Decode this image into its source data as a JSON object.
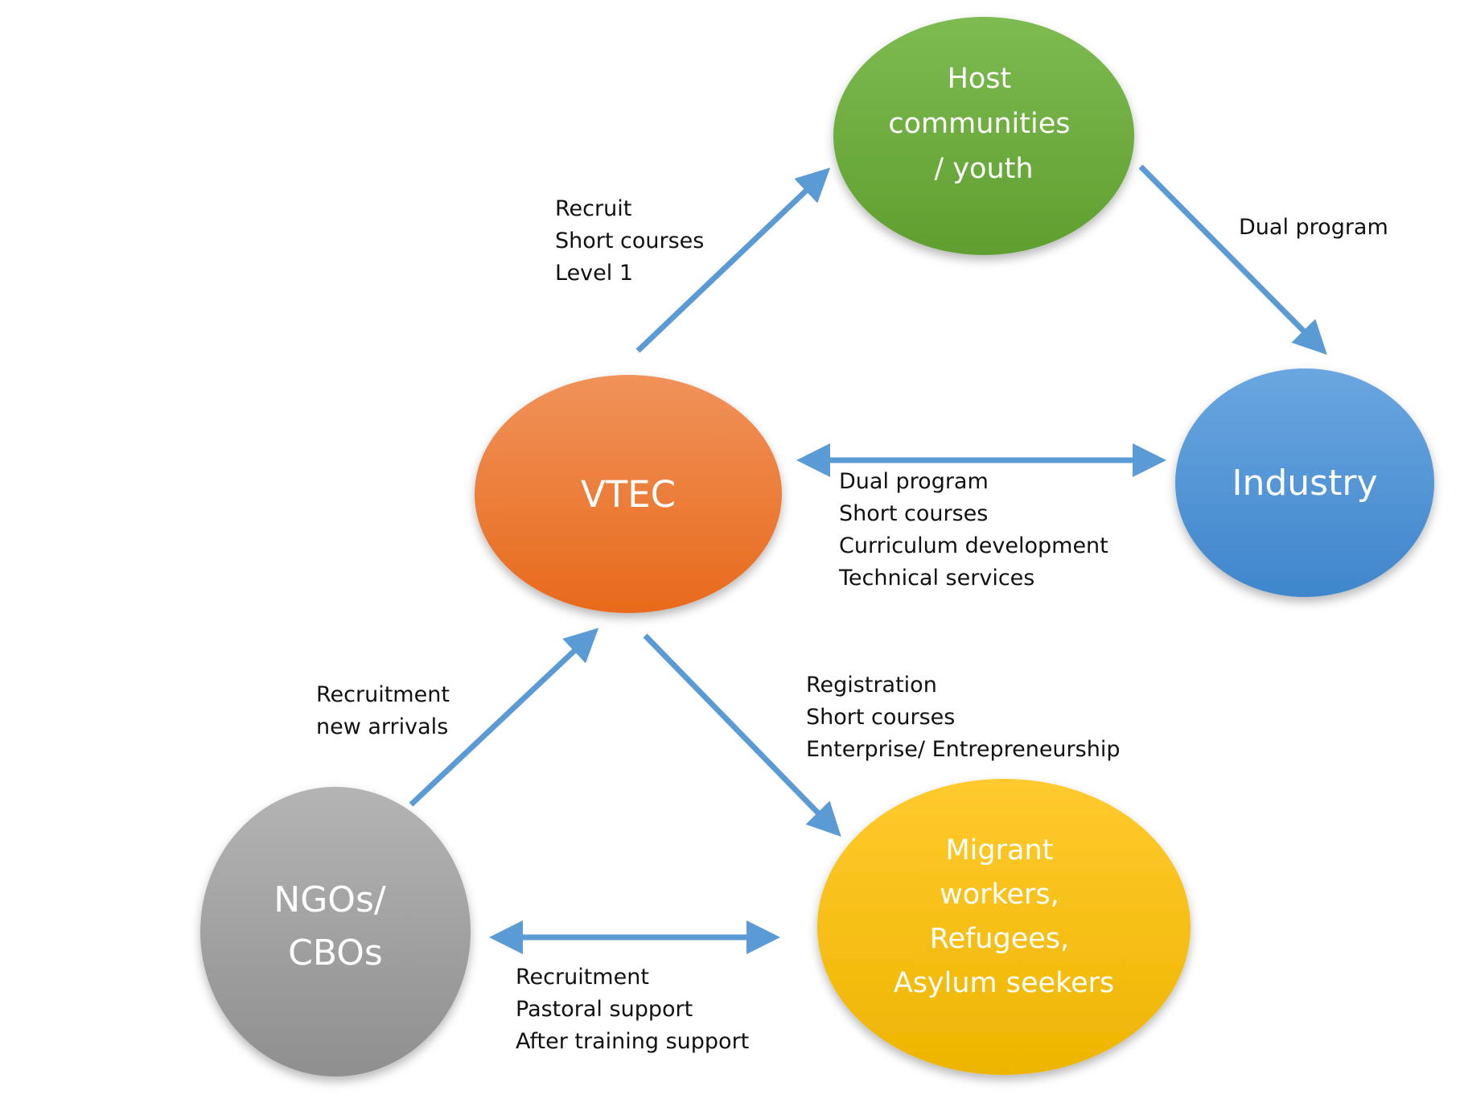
{
  "colors": {
    "arrow": "#5b9bd5",
    "host": "#6fae3e",
    "vtec": "#ee7a2e",
    "industry": "#4a8fd4",
    "ngo": "#a0a0a0",
    "migrant": "#fdc010"
  },
  "nodes": {
    "host": {
      "lines": [
        "Host",
        "communities",
        "/ youth"
      ]
    },
    "vtec": {
      "lines": [
        "VTEC"
      ]
    },
    "industry": {
      "lines": [
        "Industry"
      ]
    },
    "ngo": {
      "lines": [
        "NGOs/",
        "CBOs"
      ]
    },
    "migrant": {
      "lines": [
        "Migrant",
        "workers,",
        "Refugees,",
        "Asylum seekers"
      ]
    }
  },
  "edges": {
    "vtec_to_host": {
      "lines": [
        "Recruit",
        "Short courses",
        "Level 1"
      ]
    },
    "host_to_industry": {
      "lines": [
        "Dual program"
      ]
    },
    "vtec_industry": {
      "lines": [
        "Dual program",
        "Short courses",
        "Curriculum development",
        "Technical services"
      ]
    },
    "ngo_to_vtec": {
      "lines": [
        "Recruitment",
        "new arrivals"
      ]
    },
    "vtec_to_migrant": {
      "lines": [
        "Registration",
        "Short courses",
        "Enterprise/ Entrepreneurship"
      ]
    },
    "ngo_migrant": {
      "lines": [
        "Recruitment",
        "Pastoral support",
        "After training support"
      ]
    }
  }
}
